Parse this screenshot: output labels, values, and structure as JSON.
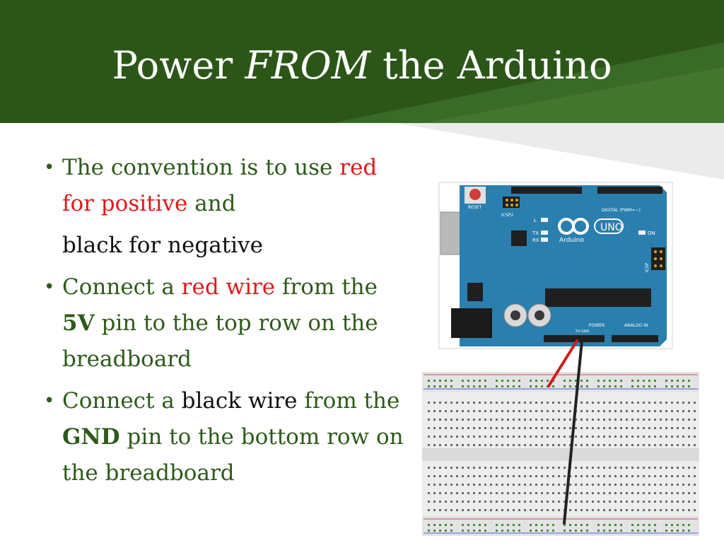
{
  "slide": {
    "title_part1": "Power ",
    "title_em": "FROM",
    "title_part2": " the Arduino"
  },
  "bullets": [
    {
      "pre": "The convention is to use ",
      "red": "red for positive",
      "post": " and",
      "line2": "black for negative"
    },
    {
      "pre": "Connect a ",
      "red": "red wire",
      "mid": " from the ",
      "bold": "5V",
      "post": " pin to the top row on the breadboard"
    },
    {
      "pre": "Connect a ",
      "black": "black wire",
      "mid": " from the ",
      "bold": "GND",
      "post": " pin to the bottom row on the breadboard"
    }
  ],
  "arduino": {
    "reset_label": "RESET",
    "icsp2_label": "ICSP2",
    "digital_label": "DIGITAL (PWM=~)",
    "brand": "UNO",
    "brand_sub": "Arduino",
    "on_label": "ON",
    "icsp_label": "ICSP",
    "power_label": "POWER",
    "analog_label": "ANALOG IN",
    "l_label": "L",
    "tx_label": "TX",
    "rx_label": "RX",
    "pin_5v": "5V",
    "pin_gnd": "GND"
  },
  "colors": {
    "header_green": "#2b5618",
    "text_green": "#2e5a1a",
    "accent_red": "#e0191c",
    "board_blue": "#2a7fae"
  }
}
